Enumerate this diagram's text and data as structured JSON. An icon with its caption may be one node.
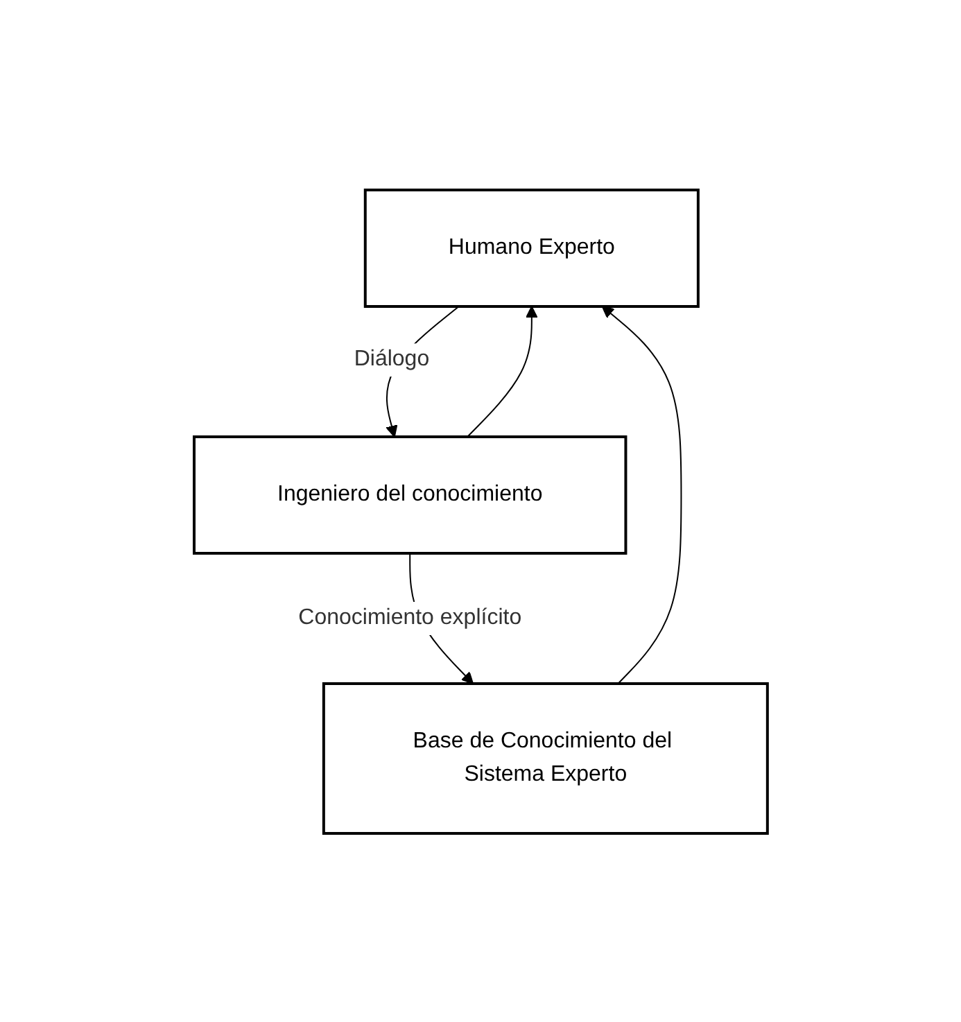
{
  "diagram": {
    "nodes": [
      {
        "text": [
          "Humano Experto"
        ]
      },
      {
        "text": [
          "Ingeniero del conocimiento"
        ]
      },
      {
        "text": [
          "Base de Conocimiento del Sistema Experto"
        ]
      }
    ],
    "edges": [
      {
        "from": 0,
        "to": 1,
        "arrow": "to",
        "label": "Diálogo"
      },
      {
        "from": 1,
        "to": 0,
        "arrow": "to"
      },
      {
        "from": 1,
        "to": 2,
        "arrow": "to",
        "label": "Conocimiento explícito"
      },
      {
        "from": 2,
        "to": 0,
        "arrow": "to"
      }
    ]
  }
}
